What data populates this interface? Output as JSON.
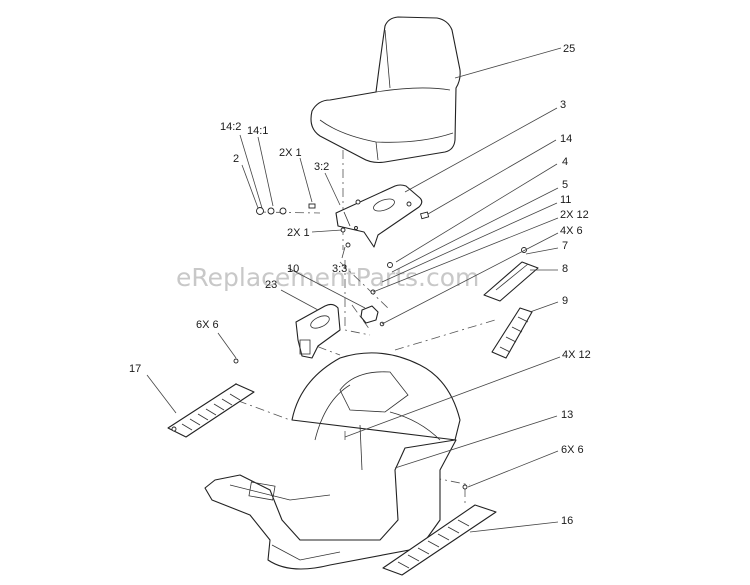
{
  "watermark": "eReplacementParts.com",
  "callouts": {
    "c25": "25",
    "c3": "3",
    "c14": "14",
    "c4": "4",
    "c5": "5",
    "c11": "11",
    "c2x12": "2X 12",
    "c4x6": "4X 6",
    "c7": "7",
    "c8": "8",
    "c9": "9",
    "c4x12": "4X 12",
    "c13": "13",
    "c6x6r": "6X 6",
    "c16": "16",
    "c14_2": "14:2",
    "c14_1": "14:1",
    "c2": "2",
    "c2x1a": "2X 1",
    "c3_2": "3:2",
    "c2x1b": "2X 1",
    "c3_3": "3:3",
    "c10": "10",
    "c23": "23",
    "c6x6l": "6X 6",
    "c17": "17"
  }
}
